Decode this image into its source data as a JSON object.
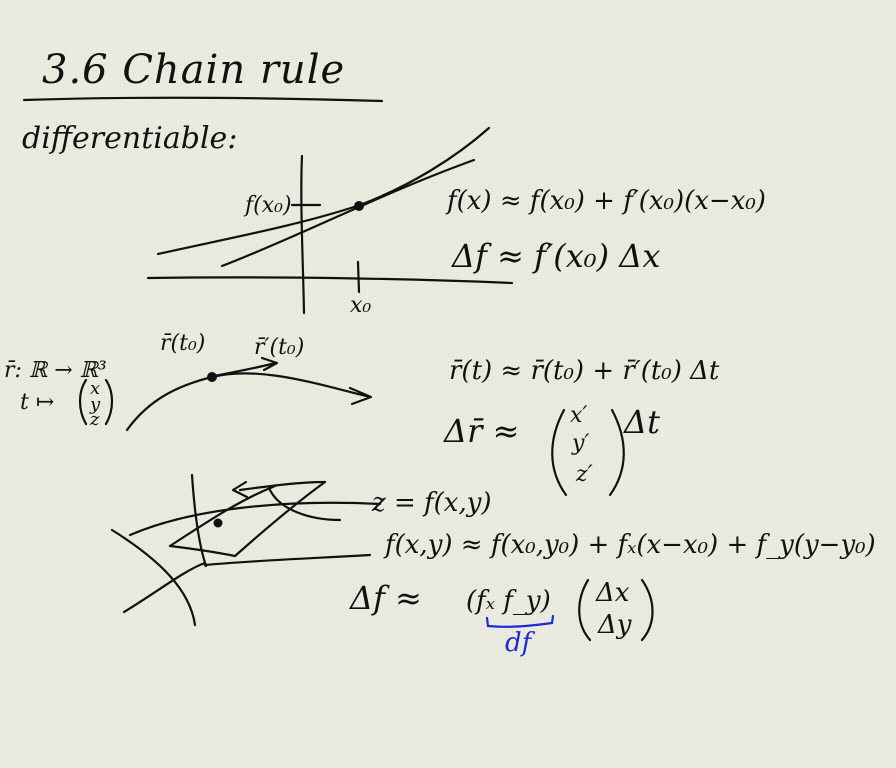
{
  "title": "3.6 Chain rule",
  "subtitle": "differentiable:",
  "section1": {
    "label_fx0": "f(x₀)",
    "label_x0": "x₀",
    "eq1": "f(x) ≈ f(x₀) + f′(x₀)(x−x₀)",
    "eq2": "Δf ≈ f′(x₀) Δx"
  },
  "section2": {
    "map_line1": "r̄: ℝ → ℝ³",
    "map_line2": "t ↦",
    "vec_x": "x",
    "vec_y": "y",
    "vec_z": "z",
    "label_r": "r̄(t₀)",
    "label_rprime": "r̄′(t₀)",
    "eq1": "r̄(t) ≈ r̄(t₀) + r̄′(t₀) Δt",
    "eq2_lhs": "Δr̄ ≈",
    "eq2_x": "x′",
    "eq2_y": "y′",
    "eq2_z": "z′",
    "eq2_rhs": "Δt"
  },
  "section3": {
    "eq0": "z = f(x,y)",
    "eq1": "f(x,y) ≈ f(x₀,y₀) + fₓ(x−x₀) + f_y(y−y₀)",
    "eq2_lhs": "Δf ≈",
    "eq2_row": "(fₓ   f_y)",
    "eq2_dx": "Δx",
    "eq2_dy": "Δy",
    "df": "df"
  },
  "colors": {
    "ink": "#111111",
    "highlight": "#1a2bd6",
    "paper": "#ecebe0"
  }
}
